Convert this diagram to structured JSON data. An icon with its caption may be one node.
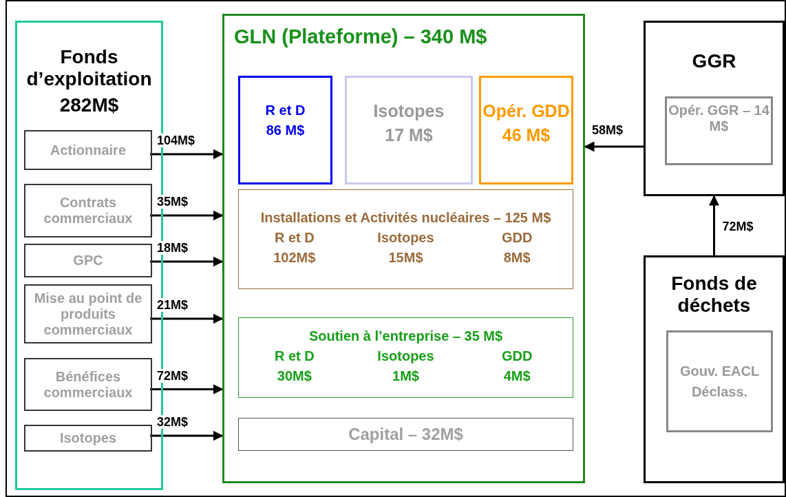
{
  "diagram": {
    "nodes": [
      {
        "text": [
          "Fonds d’exploitation",
          "282M$"
        ]
      },
      {
        "text": [
          "Actionnaire"
        ],
        "in": 0
      },
      {
        "text": [
          "Contrats commerciaux"
        ],
        "in": 0
      },
      {
        "text": [
          "GPC"
        ],
        "in": 0
      },
      {
        "text": [
          "Mise au point de produits commerciaux"
        ],
        "in": 0
      },
      {
        "text": [
          "Bénéfices commerciaux"
        ],
        "in": 0
      },
      {
        "text": [
          "Isotopes"
        ],
        "in": 0
      },
      {
        "text": [
          "GLN (Plateforme) – 340 M$"
        ]
      },
      {
        "text": [
          "R et D",
          "86 M$"
        ],
        "in": 7
      },
      {
        "text": [
          "Isotopes",
          "17 M$"
        ],
        "in": 7
      },
      {
        "text": [
          "Opér. GDD",
          "46 M$"
        ],
        "in": 7
      },
      {
        "text": [
          "Installations et Activités nucléaires – 125 M$",
          "R et D",
          "Isotopes",
          "GDD",
          "102M$",
          "15M$",
          "8M$"
        ],
        "in": 7
      },
      {
        "text": [
          "Soutien à l’entreprise – 35 M$",
          "R et D",
          "Isotopes",
          "GDD",
          "30M$",
          "1M$",
          "4M$"
        ],
        "in": 7
      },
      {
        "text": [
          "Capital – 32M$"
        ],
        "in": 7
      },
      {
        "text": [
          "GGR"
        ]
      },
      {
        "text": [
          "Opér. GGR – 14 M$"
        ],
        "in": 14
      },
      {
        "text": [
          "Fonds de déchets"
        ]
      },
      {
        "text": [
          "Gouv. EACL Déclass."
        ],
        "in": 16
      }
    ],
    "edges": [
      {
        "from": 1,
        "to": 7,
        "arrow": "to",
        "label": "104M$"
      },
      {
        "from": 2,
        "to": 7,
        "arrow": "to",
        "label": "35M$"
      },
      {
        "from": 3,
        "to": 7,
        "arrow": "to",
        "label": "18M$"
      },
      {
        "from": 4,
        "to": 7,
        "arrow": "to",
        "label": "21M$"
      },
      {
        "from": 5,
        "to": 7,
        "arrow": "to",
        "label": "72M$"
      },
      {
        "from": 6,
        "to": 7,
        "arrow": "to",
        "label": "32M$"
      },
      {
        "from": 14,
        "to": 7,
        "arrow": "to",
        "label": "58M$"
      },
      {
        "from": 16,
        "to": 14,
        "arrow": "to",
        "label": "72M$"
      }
    ]
  }
}
